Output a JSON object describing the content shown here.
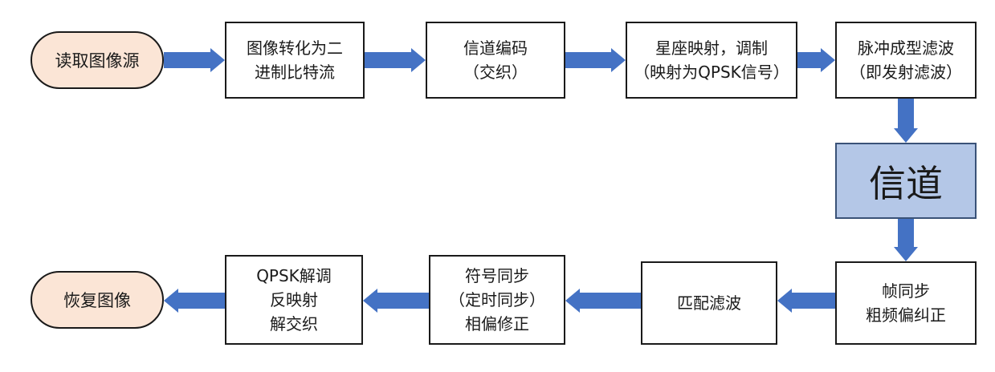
{
  "colors": {
    "arrow": "#4472C4",
    "pill_fill": "#FBE5D6",
    "channel_fill": "#B4C7E7",
    "border": "#1a1a1a"
  },
  "nodes": {
    "read_source": {
      "lines": [
        "读取图像源"
      ]
    },
    "to_bitstream": {
      "lines": [
        "图像转化为二",
        "进制比特流"
      ]
    },
    "channel_coding": {
      "lines": [
        "信道编码",
        "（交织）"
      ]
    },
    "constellation_mapping": {
      "lines": [
        "星座映射，调制",
        "（映射为QPSK信号）"
      ]
    },
    "pulse_shaping": {
      "lines": [
        "脉冲成型滤波",
        "（即发射滤波）"
      ]
    },
    "channel": {
      "lines": [
        "信道"
      ]
    },
    "frame_sync": {
      "lines": [
        "帧同步",
        "粗频偏纠正"
      ]
    },
    "matched_filter": {
      "lines": [
        "匹配滤波"
      ]
    },
    "symbol_sync": {
      "lines": [
        "符号同步",
        "（定时同步）",
        "相偏修正"
      ]
    },
    "qpsk_demod": {
      "lines": [
        "QPSK解调",
        "反映射",
        "解交织"
      ]
    },
    "recover_image": {
      "lines": [
        "恢复图像"
      ]
    }
  }
}
